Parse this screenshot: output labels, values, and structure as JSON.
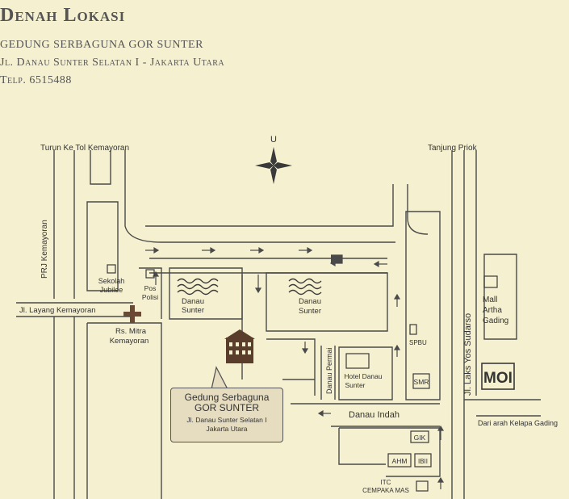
{
  "header": {
    "title": "Denah Lokasi",
    "venue_name": "GEDUNG SERBAGUNA GOR SUNTER",
    "address": "Jl. Danau Sunter Selatan I - Jakarta Utara",
    "phone": "Telp. 6515488"
  },
  "compass": {
    "north_label": "U"
  },
  "roads": {
    "tol": "Turun Ke Tol Kemayoran",
    "prj": "PRJ Kemayoran",
    "layang": "Jl. Layang Kemayoran",
    "tanjung": "Tanjung Priok",
    "yos": "Jl. Laks Yos Sudarso",
    "danau_permai": "Danau Permai",
    "danau_indah": "Danau Indah",
    "kelapa": "Dari arah Kelapa Gading"
  },
  "places": {
    "sekolah": [
      "Sekolah",
      "Jubilee"
    ],
    "pos": [
      "Pos",
      "Polisi"
    ],
    "rs": [
      "Rs. Mitra",
      "Kemayoran"
    ],
    "danau1": [
      "Danau",
      "Sunter"
    ],
    "danau2": [
      "Danau",
      "Sunter"
    ],
    "mall": [
      "Mall",
      "Artha",
      "Gading"
    ],
    "hotel": [
      "Hotel Danau",
      "Sunter"
    ],
    "spbu": "SPBU",
    "smr": "SMR",
    "moi": "MOI",
    "gik": "GIK",
    "ahm": "AHM",
    "ibii": "IBII",
    "itc": [
      "ITC",
      "CEMPAKA MAS"
    ]
  },
  "venue_callout": {
    "line1": "Gedung Serbaguna",
    "line2": "GOR SUNTER",
    "line3": "Jl. Danau Sunter Selatan I",
    "line4": "Jakarta Utara"
  },
  "colors": {
    "background": "#f5f0cf",
    "line": "#4a4a4a",
    "building": "#5a3e2b",
    "callout": "#e6dcc0"
  }
}
